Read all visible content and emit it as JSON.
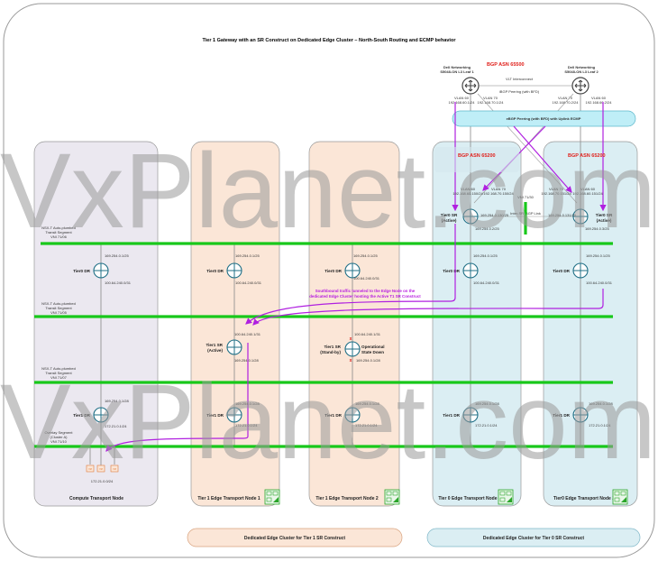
{
  "title": "Tier 1 Gateway with an SR Construct on Dedicated Edge Cluster – North-South Routing and ECMP behavior",
  "watermark": "VxPlanet.com",
  "physical": {
    "asn": "BGP ASN 65500",
    "leaf1": {
      "name1": "Dell Networking",
      "name2": "S5048-ON L3 Leaf 1",
      "vlan60": "VLAN 60",
      "ip60": "192.168.60.1/24",
      "vlan70": "VLAN 70",
      "ip70": "192.168.70.1/24"
    },
    "leaf2": {
      "name1": "Dell Networking",
      "name2": "S5048-ON L3 Leaf 2",
      "vlan70": "VLAN 70",
      "ip70": "192.168.70.2/24",
      "vlan60": "VLAN 60",
      "ip60": "192.168.60.2/24"
    },
    "vlt": "VLT Interconnect",
    "ibgp": "iBGP Peering (with BFD)",
    "ebgp": "eBGP Peering (with BFD) with Uplink ECMP"
  },
  "tier0_nodes": [
    {
      "asn": "BGP ASN 65200",
      "vlan60": "VLAN 60",
      "ip60": "192.168.60.150/24",
      "vlan70": "VLAN 70",
      "ip70": "192.168.70.150/24",
      "sr": "Tier0 SR",
      "sr_state": "(Active)",
      "inter_sr": "169.254.0.130/25",
      "sr_down": "169.254.0.2/25",
      "dr_up": "169.254.0.1/25",
      "dr": "Tier0 DR",
      "dr_down": "100.64.240.0/31",
      "t1dr_up": "169.254.0.1/28",
      "t1dr": "Tier1 DR",
      "t1dr_down": "172.21.0.1/24",
      "label": "Tier 0 Edge Transport Node 1"
    },
    {
      "asn": "BGP ASN 65200",
      "vlan70": "VLAN 70",
      "ip70": "192.168.70.151/24",
      "vlan60": "VLAN 60",
      "ip60": "192.168.60.151/24",
      "sr": "Tier0 SR",
      "sr_state": "(Active)",
      "inter_sr": "169.254.0.131/25",
      "sr_down": "169.254.0.3/25",
      "dr_up": "169.254.0.1/25",
      "dr": "Tier0 DR",
      "dr_down": "100.64.240.0/31",
      "t1dr_up": "169.254.0.1/28",
      "t1dr": "Tier1 DR",
      "t1dr_down": "172.21.0.1/24",
      "label": "Tier0 Edge Transport Node 2"
    }
  ],
  "inter_sr": {
    "vni": "VNI 71/30",
    "label": "Inter-SR iBGP Link"
  },
  "segments": {
    "transit0": [
      "NSX-T Auto-plumbed",
      "Transit Segment",
      "VNI 71/06"
    ],
    "transit1": [
      "NSX-T Auto-plumbed",
      "Transit Segment",
      "VNI 71/05"
    ],
    "transit2": [
      "NSX-T Auto-plumbed",
      "Transit Segment",
      "VNI 71/07"
    ],
    "overlay": [
      "Overlay Segment",
      "(Cluster A)",
      "VNI 71/10"
    ]
  },
  "compute": {
    "dr_up": "169.254.0.1/25",
    "dr": "Tier0 DR",
    "dr_down": "100.64.240.0/31",
    "t1dr_up": "169.254.0.1/28",
    "t1dr": "Tier1 DR",
    "t1dr_down": "172.21.0.1/24",
    "vm_label": "VM",
    "vm_subnet": "172.21.0.0/24",
    "label": "Compute Transport Node"
  },
  "tier1_nodes": [
    {
      "dr_up": "169.254.0.1/25",
      "dr": "Tier0 DR",
      "dr_down": "100.64.240.0/31",
      "sr_up": "100.64.240.1/31",
      "sr": "Tier1 SR",
      "sr_state": "(Active)",
      "sr_down": "169.254.0.1/28",
      "t1dr_up": "169.254.0.1/28",
      "t1dr": "Tier1 DR",
      "t1dr_down": "172.21.0.1/24",
      "label": "Tier 1 Edge Transport Node 1"
    },
    {
      "dr_up": "169.254.0.1/25",
      "dr": "Tier0 DR",
      "dr_down": "100.64.240.0/31",
      "sr_up": "100.64.240.1/31",
      "sr": "Tier1 SR",
      "sr_state": "(Stand-by)",
      "op_state1": "Operational",
      "op_state2": "State Down",
      "fail_mark": "x",
      "sr_down": "169.254.0.1/28",
      "t1dr_up": "169.254.0.1/28",
      "t1dr": "Tier1 DR",
      "t1dr_down": "172.21.0.1/24",
      "label": "Tier 1 Edge Transport Node 2"
    }
  ],
  "annotation": [
    "Southbound traffic tunneled to the Edge Node on the",
    "dedicated Edge Cluster hosting the  Active T1 SR Construct"
  ],
  "clusters": {
    "tier1": "Dedicated Edge Cluster for Tier 1 SR Construct",
    "tier0": "Dedicated Edge Cluster for Tier 0 SR Construct"
  },
  "colors": {
    "compute": "#ebe8f0",
    "tier1": "#fbe6d7",
    "tier0": "#dbeef3",
    "segment": "#18c81a",
    "traffic": "#b020e0",
    "asn": "#e0201b"
  }
}
